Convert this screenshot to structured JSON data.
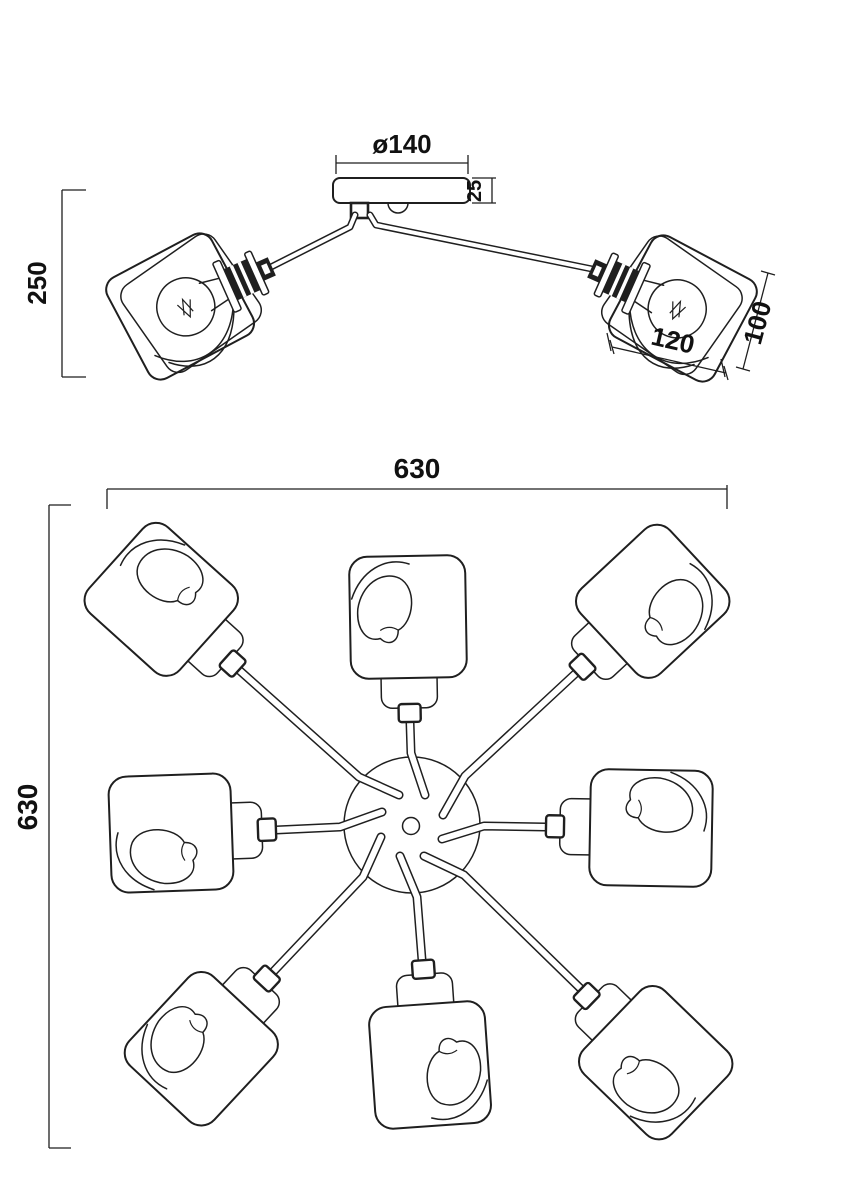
{
  "drawing": {
    "background_color": "#ffffff",
    "line_color": "#1f1f1f",
    "light_count": 8,
    "side_view": {
      "dimensions": {
        "canopy_diameter": "ø140",
        "canopy_height": "25",
        "fixture_height": "250",
        "shade_width": "120",
        "shade_height": "100"
      }
    },
    "plan_view": {
      "dimensions": {
        "overall_width": "630",
        "overall_depth": "630"
      }
    }
  }
}
